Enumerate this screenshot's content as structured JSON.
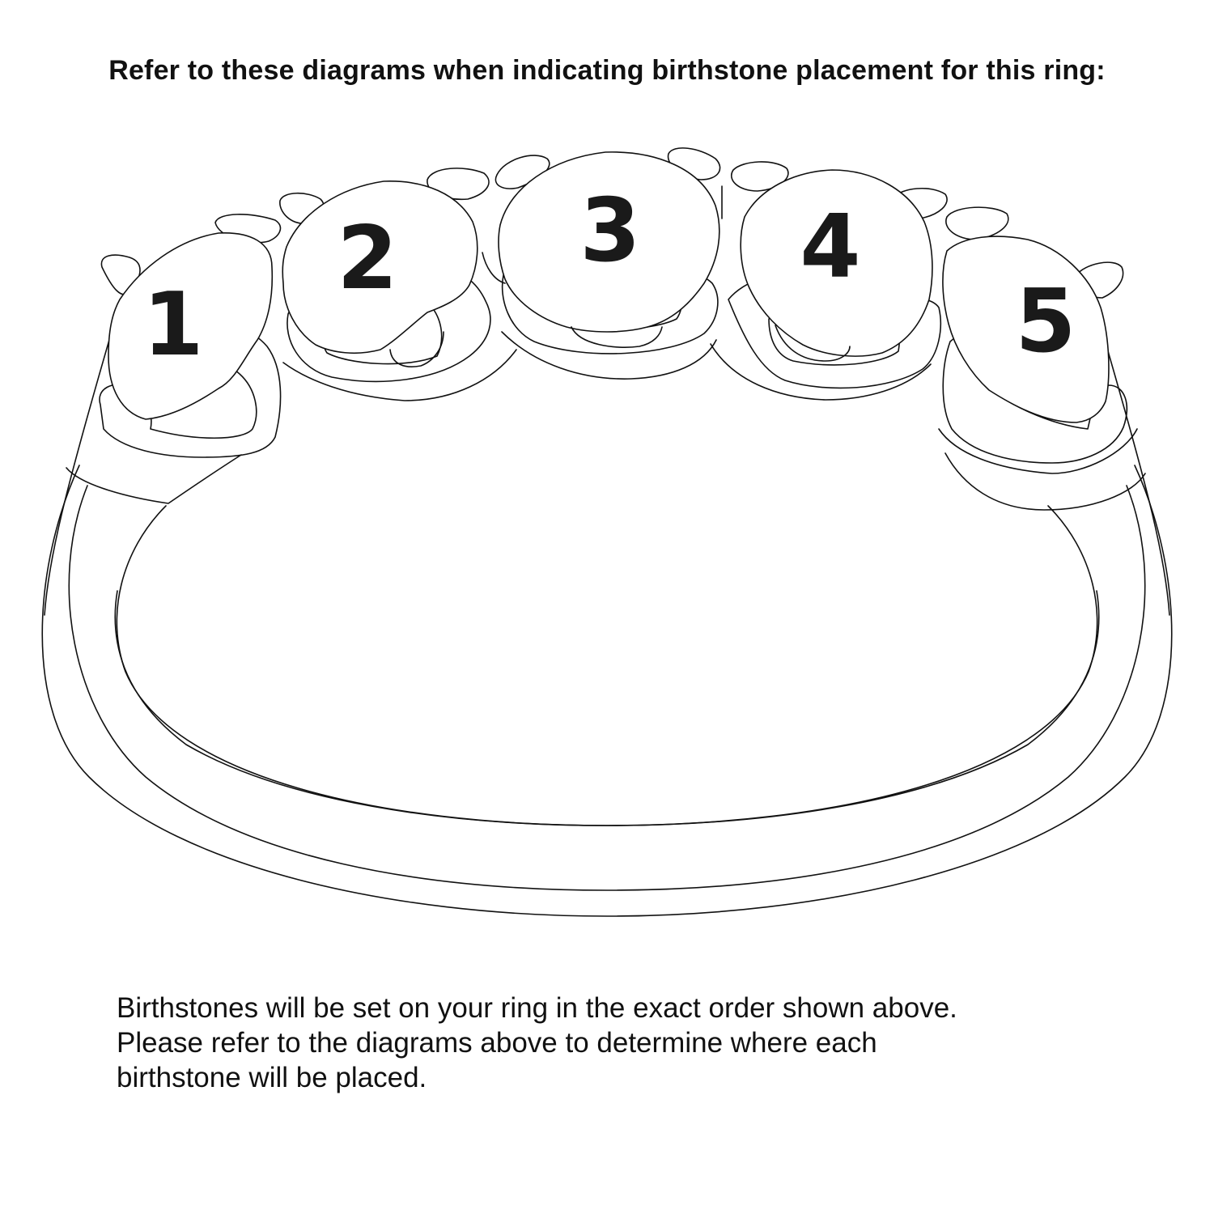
{
  "heading": "Refer to these diagrams when indicating birthstone placement for this ring:",
  "stones": [
    {
      "label": "1"
    },
    {
      "label": "2"
    },
    {
      "label": "3"
    },
    {
      "label": "4"
    },
    {
      "label": "5"
    }
  ],
  "note": {
    "line1": "Birthstones will be set on your ring in the exact order shown above.",
    "line2": "Please refer to the diagrams above to determine where each",
    "line3": "birthstone will be placed."
  },
  "colors": {
    "line": "#111111",
    "background": "#ffffff"
  }
}
